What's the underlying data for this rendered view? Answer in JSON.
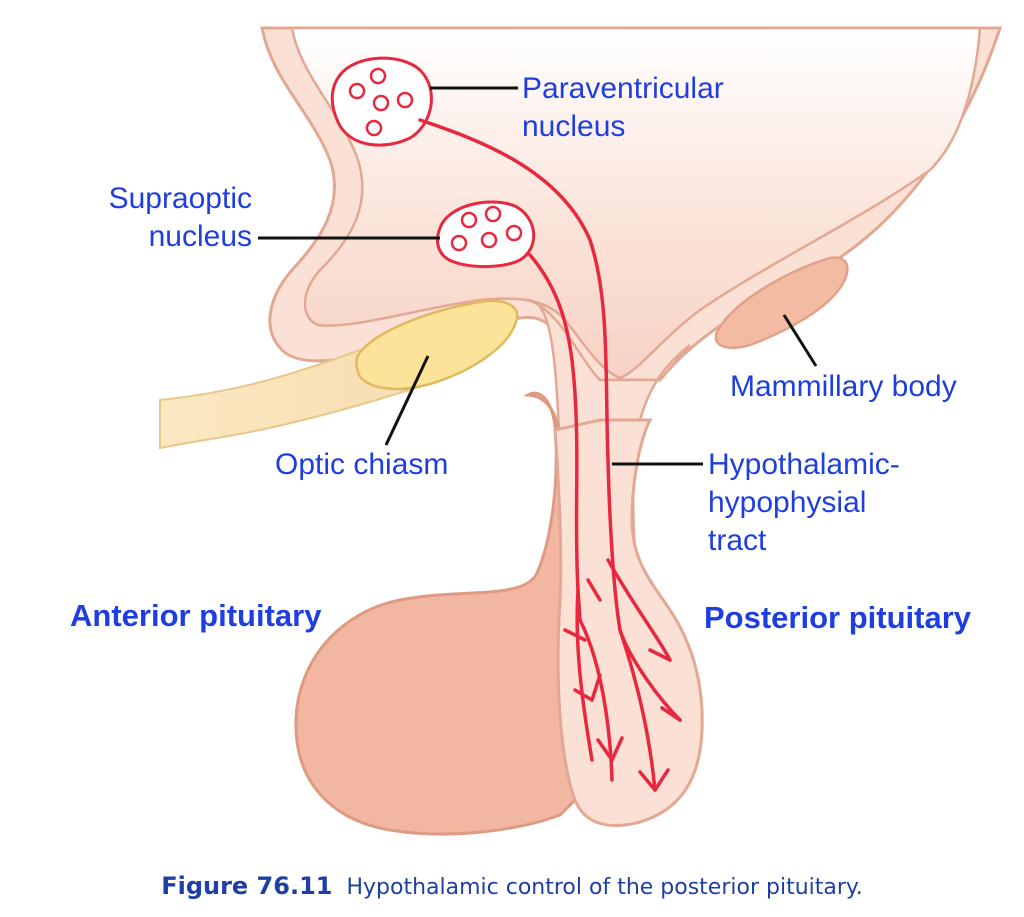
{
  "labels": {
    "paraventricular": [
      "Paraventricular",
      "nucleus"
    ],
    "supraoptic": [
      "Supraoptic",
      "nucleus"
    ],
    "optic_chiasm": "Optic chiasm",
    "mammillary_body": "Mammillary body",
    "tract": [
      "Hypothalamic-",
      "hypophysial",
      "tract"
    ],
    "anterior": "Anterior pituitary",
    "posterior": "Posterior pituitary"
  },
  "caption": {
    "number": "Figure 76.11",
    "text": "Hypothalamic control of the posterior pituitary."
  },
  "colors": {
    "tissue_light": "#fbe2d6",
    "tissue_outline": "#e0a48f",
    "anterior_lobe": "#f2b7a0",
    "neuron_red": "#e8283f",
    "optic_yellow": "#fbe7a8",
    "label_blue": "#1f3ee0",
    "caption_blue": "#1f3fa6"
  }
}
